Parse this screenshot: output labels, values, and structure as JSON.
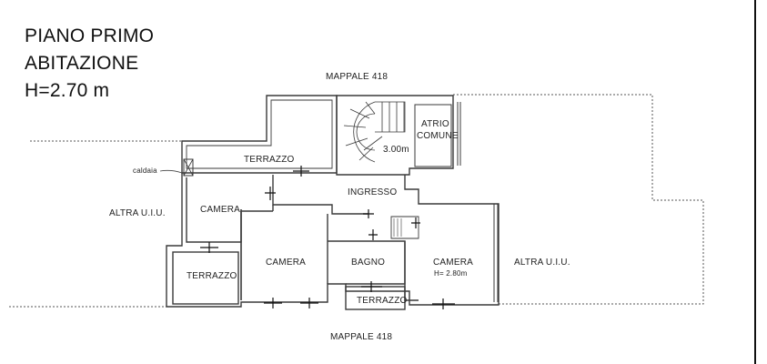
{
  "header": {
    "line1": "PIANO PRIMO",
    "line2": "ABITAZIONE",
    "line3": "H=2.70 m"
  },
  "plan": {
    "north_label": "MAPPALE 418",
    "south_label": "MAPPALE 418",
    "west_label": "ALTRA U.I.U.",
    "east_label": "ALTRA U.I.U.",
    "annotation_caldaia": "caldaia",
    "rooms": [
      {
        "id": "terrazzo-north",
        "label": "TERRAZZO"
      },
      {
        "id": "atrio-comune",
        "label": "ATRIO\nCOMUNE",
        "line1": "ATRIO",
        "line2": "COMUNE"
      },
      {
        "id": "stair",
        "label": "3.00m",
        "height_note": "3.00m"
      },
      {
        "id": "ingresso",
        "label": "INGRESSO"
      },
      {
        "id": "camera-west",
        "label": "CAMERA"
      },
      {
        "id": "terrazzo-west",
        "label": "TERRAZZO"
      },
      {
        "id": "camera-center",
        "label": "CAMERA"
      },
      {
        "id": "bagno",
        "label": "BAGNO"
      },
      {
        "id": "terrazzo-south",
        "label": "TERRAZZO"
      },
      {
        "id": "camera-east",
        "label": "CAMERA",
        "height_note": "H= 2.80m"
      }
    ]
  },
  "colors": {
    "wall": "#3a3a3a",
    "dashed_boundary": "#555555",
    "background": "#ffffff"
  }
}
